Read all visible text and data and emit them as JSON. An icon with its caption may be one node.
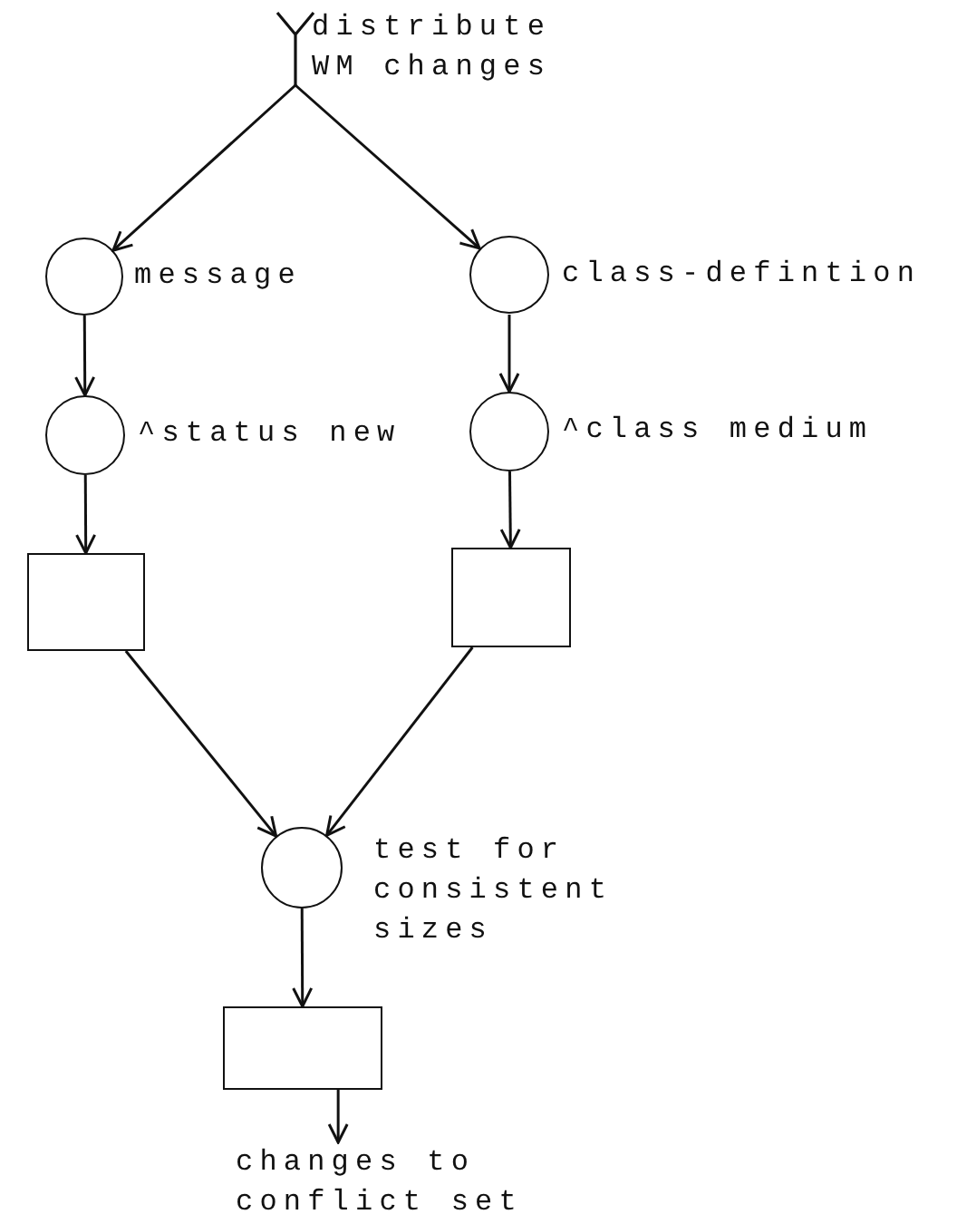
{
  "diagram": {
    "nodes": [
      {
        "text": [
          "distribute WM changes"
        ]
      },
      {
        "text": [],
        "shape": "circle",
        "beside": [
          "message"
        ]
      },
      {
        "text": [],
        "shape": "circle",
        "beside": [
          "class-defintion"
        ]
      },
      {
        "text": [],
        "shape": "circle",
        "beside": [
          "^status new"
        ]
      },
      {
        "text": [],
        "shape": "circle",
        "beside": [
          "^class medium"
        ]
      },
      {
        "text": [],
        "shape": "box"
      },
      {
        "text": [],
        "shape": "box"
      },
      {
        "text": [],
        "shape": "circle",
        "beside": [
          "test for consistent sizes"
        ]
      },
      {
        "text": [],
        "shape": "box"
      },
      {
        "text": [
          "changes to conflict set"
        ]
      }
    ],
    "edges": [
      {
        "from": 0,
        "to": 1,
        "arrow": "to"
      },
      {
        "from": 0,
        "to": 2,
        "arrow": "to"
      },
      {
        "from": 1,
        "to": 3,
        "arrow": "to"
      },
      {
        "from": 2,
        "to": 4,
        "arrow": "to"
      },
      {
        "from": 3,
        "to": 5,
        "arrow": "to"
      },
      {
        "from": 4,
        "to": 6,
        "arrow": "to"
      },
      {
        "from": 5,
        "to": 7,
        "arrow": "to"
      },
      {
        "from": 6,
        "to": 7,
        "arrow": "to"
      },
      {
        "from": 7,
        "to": 8,
        "arrow": "to"
      },
      {
        "from": 8,
        "to": 9,
        "arrow": "to"
      }
    ]
  }
}
